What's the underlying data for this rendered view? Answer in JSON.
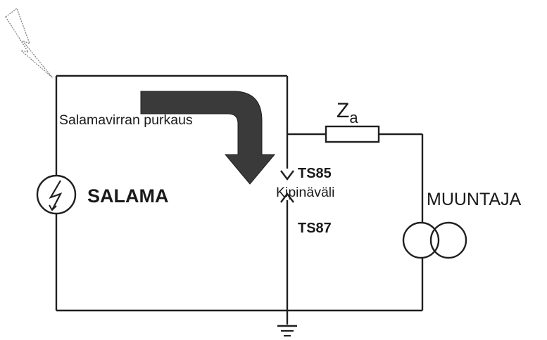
{
  "diagram": {
    "labels": {
      "discharge": "Salamavirran purkaus",
      "source": "SALAMA",
      "impedance_main": "Z",
      "impedance_sub": "a",
      "upper_electrode": "TS85",
      "gap": "Kipinäväli",
      "lower_electrode": "TS87",
      "transformer": "MUUNTAJA"
    },
    "colors": {
      "ink": "#1f1f1f",
      "arrow_fill": "#3a3a3a",
      "background": "#ffffff"
    },
    "icons": {
      "lightning": "lightning-bolt-icon",
      "source": "lightning-source-icon",
      "transformer": "transformer-icon",
      "ground": "ground-icon"
    }
  }
}
